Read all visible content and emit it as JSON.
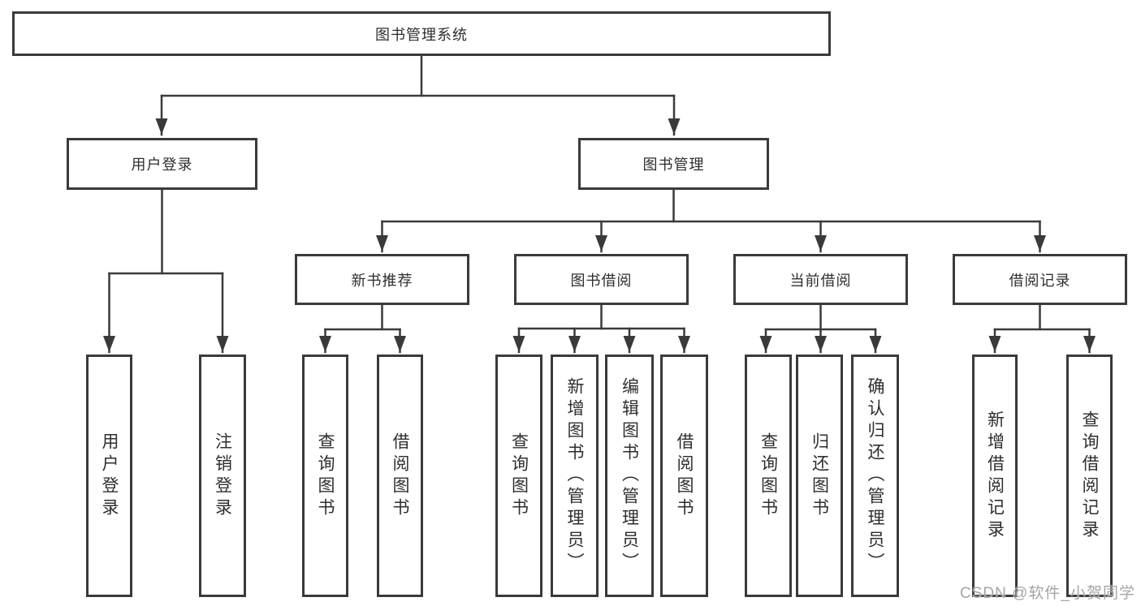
{
  "tree": {
    "root": {
      "label": "图书管理系统"
    },
    "branches": [
      {
        "label": "用户登录",
        "children": [
          {
            "label": "用户登录"
          },
          {
            "label": "注销登录"
          }
        ]
      },
      {
        "label": "图书管理",
        "children": [
          {
            "label": "新书推荐",
            "children": [
              {
                "label": "查询图书"
              },
              {
                "label": "借阅图书"
              }
            ]
          },
          {
            "label": "图书借阅",
            "children": [
              {
                "label": "查询图书"
              },
              {
                "label": "新增图书（管理员）"
              },
              {
                "label": "编辑图书（管理员）"
              },
              {
                "label": "借阅图书"
              }
            ]
          },
          {
            "label": "当前借阅",
            "children": [
              {
                "label": "查询图书"
              },
              {
                "label": "归还图书"
              },
              {
                "label": "确认归还（管理员）"
              }
            ]
          },
          {
            "label": "借阅记录",
            "children": [
              {
                "label": "新增借阅记录"
              },
              {
                "label": "查询借阅记录"
              }
            ]
          }
        ]
      }
    ]
  },
  "watermark": {
    "text": "CSDN @软件_小贺同学"
  },
  "colors": {
    "line": "#3a3a3a",
    "box_border": "#3a3a3a",
    "text": "#2e2e2e",
    "watermark": "#a5a5a5",
    "background": "#ffffff"
  }
}
